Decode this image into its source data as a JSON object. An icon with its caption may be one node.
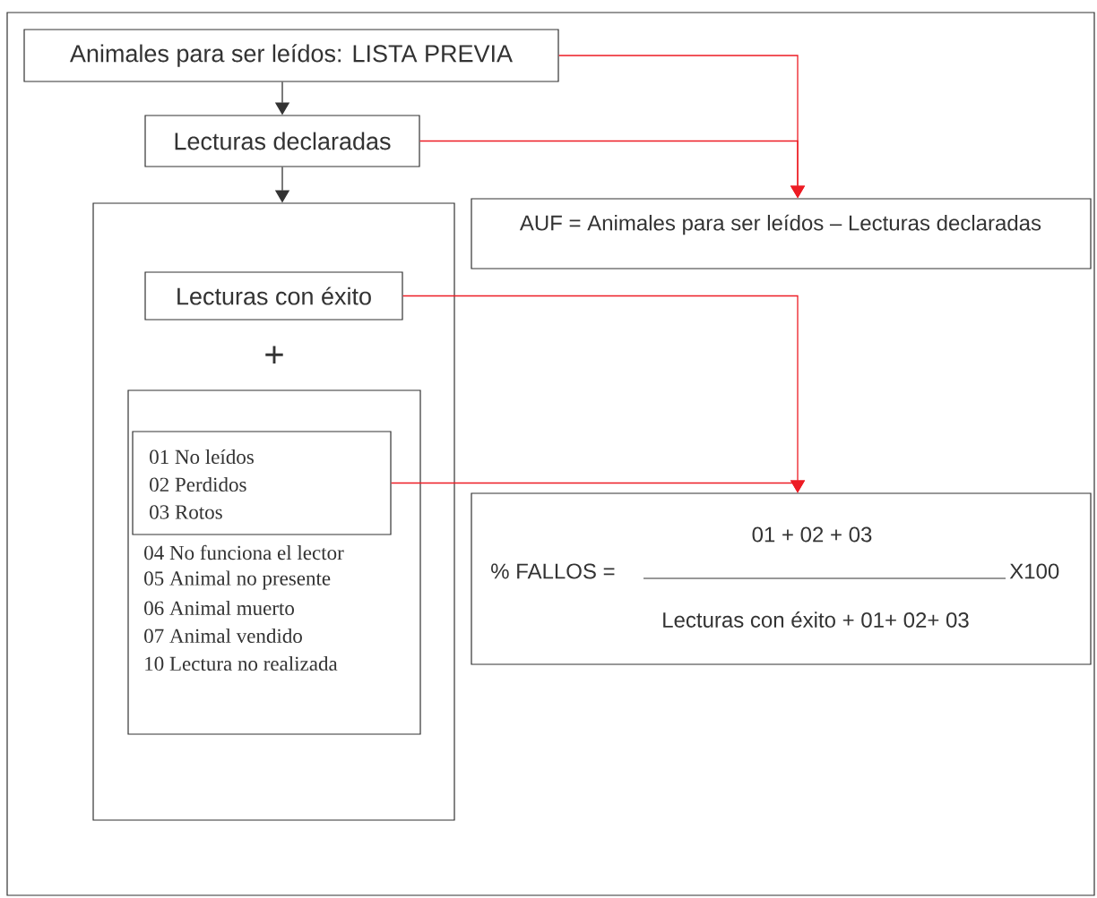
{
  "diagram": {
    "nodes": [
      {
        "text": [
          "Animales para ser leídos: LISTA PREVIA"
        ]
      },
      {
        "text": [
          "Lecturas declaradas"
        ]
      },
      {
        "text": [],
        "shape": "box"
      },
      {
        "text": [
          "Lecturas con éxito"
        ],
        "in": 2
      },
      {
        "text": [
          "04 No funciona el lector",
          "05 Animal no presente",
          "06 Animal muerto",
          "07 Animal vendido",
          "10 Lectura no realizada"
        ],
        "in": 2
      },
      {
        "text": [
          "01 No leídos",
          "02 Perdidos",
          "03 Rotos"
        ],
        "in": 4
      },
      {
        "text": [
          "AUF = Animales para ser leídos – Lecturas declaradas"
        ]
      },
      {
        "text": [
          "01 + 02 + 03",
          "% FALLOS =",
          "X100",
          "Lecturas con éxito + 01+ 02+ 03"
        ]
      }
    ],
    "edges": [
      {
        "from": 0,
        "to": 1,
        "arrow": "to",
        "color": "#333333"
      },
      {
        "from": 1,
        "to": 2,
        "arrow": "to",
        "color": "#333333"
      },
      {
        "from": 0,
        "to": 6,
        "arrow": "to",
        "color": "#ed1c24"
      },
      {
        "from": 1,
        "to": 6,
        "arrow": "to",
        "color": "#ed1c24"
      },
      {
        "from": 3,
        "to": 7,
        "arrow": "to",
        "color": "#ed1c24"
      },
      {
        "from": 5,
        "to": 7,
        "arrow": "to",
        "color": "#ed1c24"
      }
    ],
    "labels": [
      "+"
    ]
  }
}
